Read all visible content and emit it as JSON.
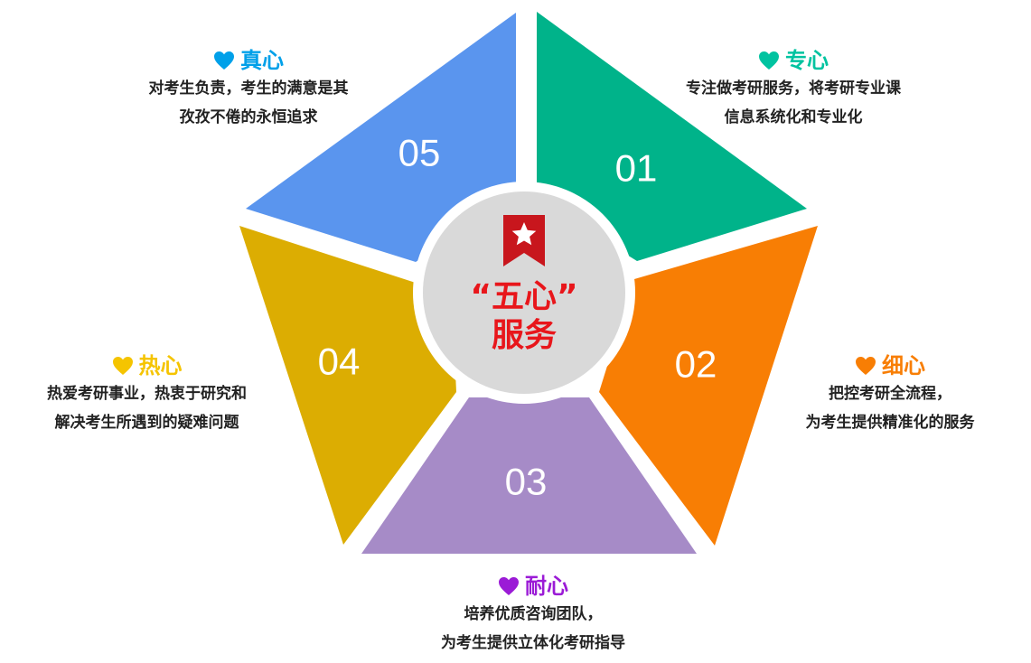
{
  "center": {
    "line1": "“五心”",
    "line2": "服务",
    "badge_icon": "star-bookmark-icon",
    "text_color": "#e8161b",
    "circle_color": "#d9d9d9"
  },
  "segments": [
    {
      "number": "01",
      "color": "#00b38a"
    },
    {
      "number": "02",
      "color": "#f87e04"
    },
    {
      "number": "03",
      "color": "#a68bc7"
    },
    {
      "number": "04",
      "color": "#dcad02"
    },
    {
      "number": "05",
      "color": "#5a95ee"
    }
  ],
  "labels": {
    "zhen": {
      "title": "真心",
      "color": "#00a0e9",
      "icon": "heart-icon",
      "lines": [
        "对考生负责，考生的满意是其",
        "孜孜不倦的永恒追求"
      ]
    },
    "zhuan": {
      "title": "专心",
      "color": "#00c3a0",
      "icon": "heart-icon",
      "lines": [
        "专注做考研服务，将考研专业课",
        "信息系统化和专业化"
      ]
    },
    "xi": {
      "title": "细心",
      "color": "#f87e04",
      "icon": "heart-icon",
      "lines": [
        "把控考研全流程，",
        "为考生提供精准化的服务"
      ]
    },
    "re": {
      "title": "热心",
      "color": "#f5c400",
      "icon": "heart-icon",
      "lines": [
        "热爱考研事业，热衷于研究和",
        "解决考生所遇到的疑难问题"
      ]
    },
    "nai": {
      "title": "耐心",
      "color": "#9b1bd6",
      "icon": "heart-icon",
      "lines": [
        "培养优质咨询团队，",
        "为考生提供立体化考研指导"
      ]
    }
  }
}
